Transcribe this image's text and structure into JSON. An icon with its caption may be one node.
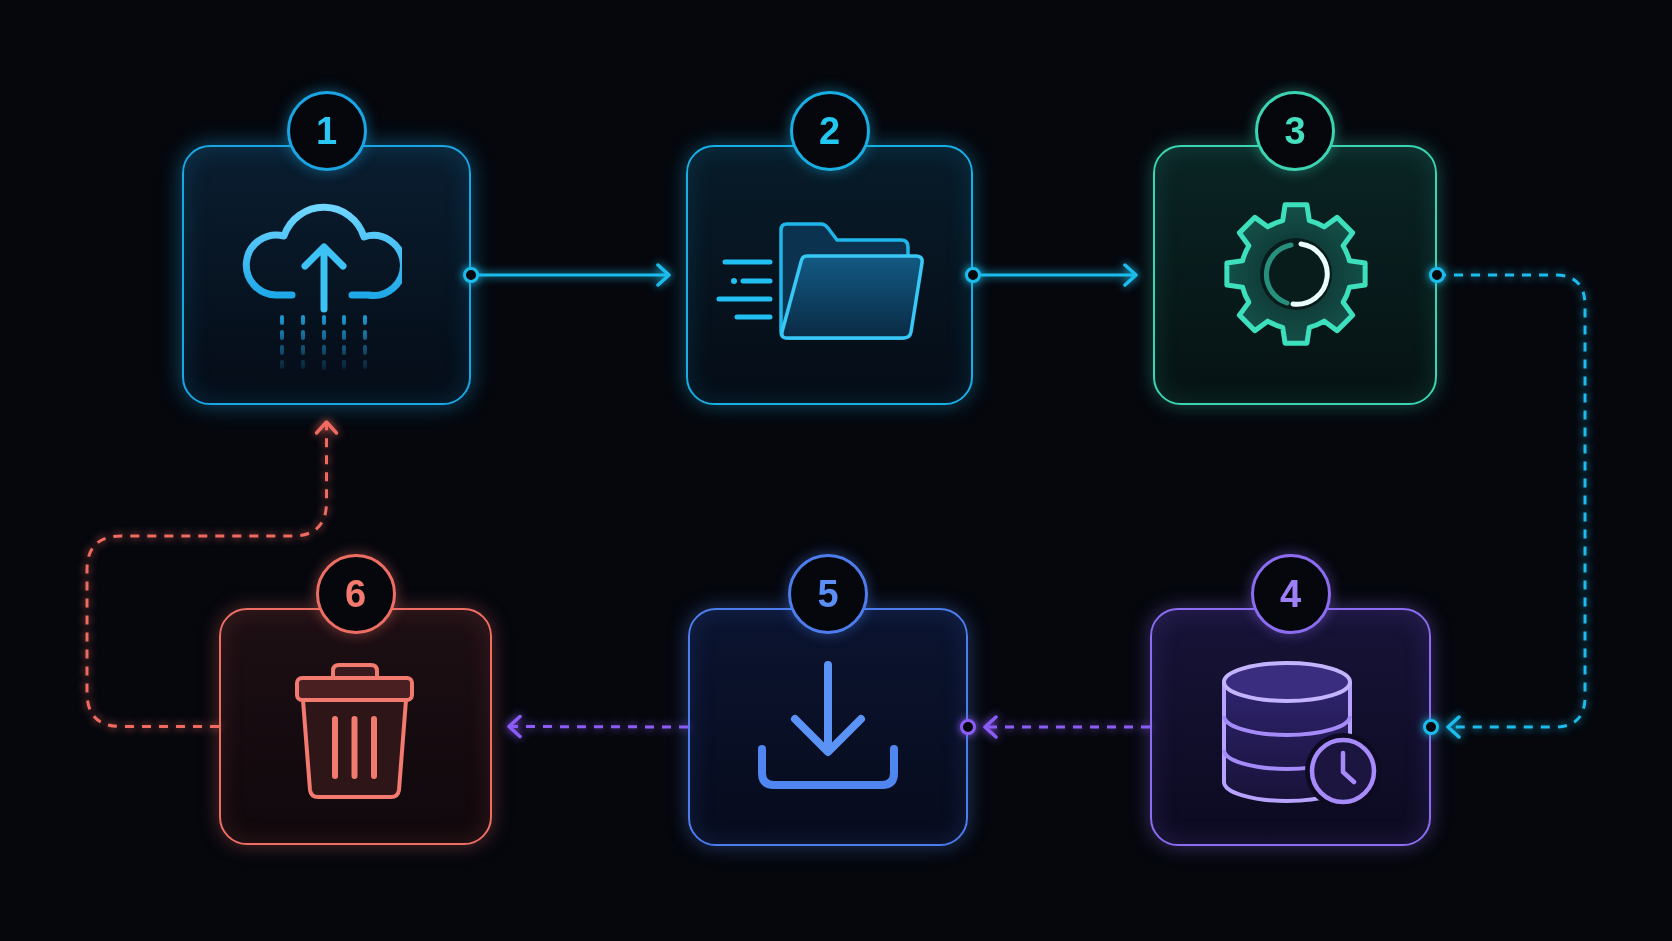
{
  "diagram": {
    "nodes": [
      {
        "text": [
          "1"
        ]
      },
      {
        "text": [
          "2"
        ]
      },
      {
        "text": [
          "3"
        ]
      },
      {
        "text": [
          "4"
        ]
      },
      {
        "text": [
          "5"
        ]
      },
      {
        "text": [
          "6"
        ]
      }
    ],
    "edges": [
      {
        "from": 0,
        "to": 1,
        "arrow": "to"
      },
      {
        "from": 1,
        "to": 2,
        "arrow": "to"
      },
      {
        "from": 2,
        "to": 3,
        "arrow": "to",
        "style": "dashed"
      },
      {
        "from": 3,
        "to": 4,
        "arrow": "to",
        "style": "dashed",
        "color": "#8b5cf6"
      },
      {
        "from": 4,
        "to": 5,
        "arrow": "to",
        "style": "dashed",
        "color": "#8b5cf6"
      },
      {
        "from": 5,
        "to": 0,
        "arrow": "to",
        "style": "dashed",
        "color": "#ef6a60"
      }
    ]
  }
}
